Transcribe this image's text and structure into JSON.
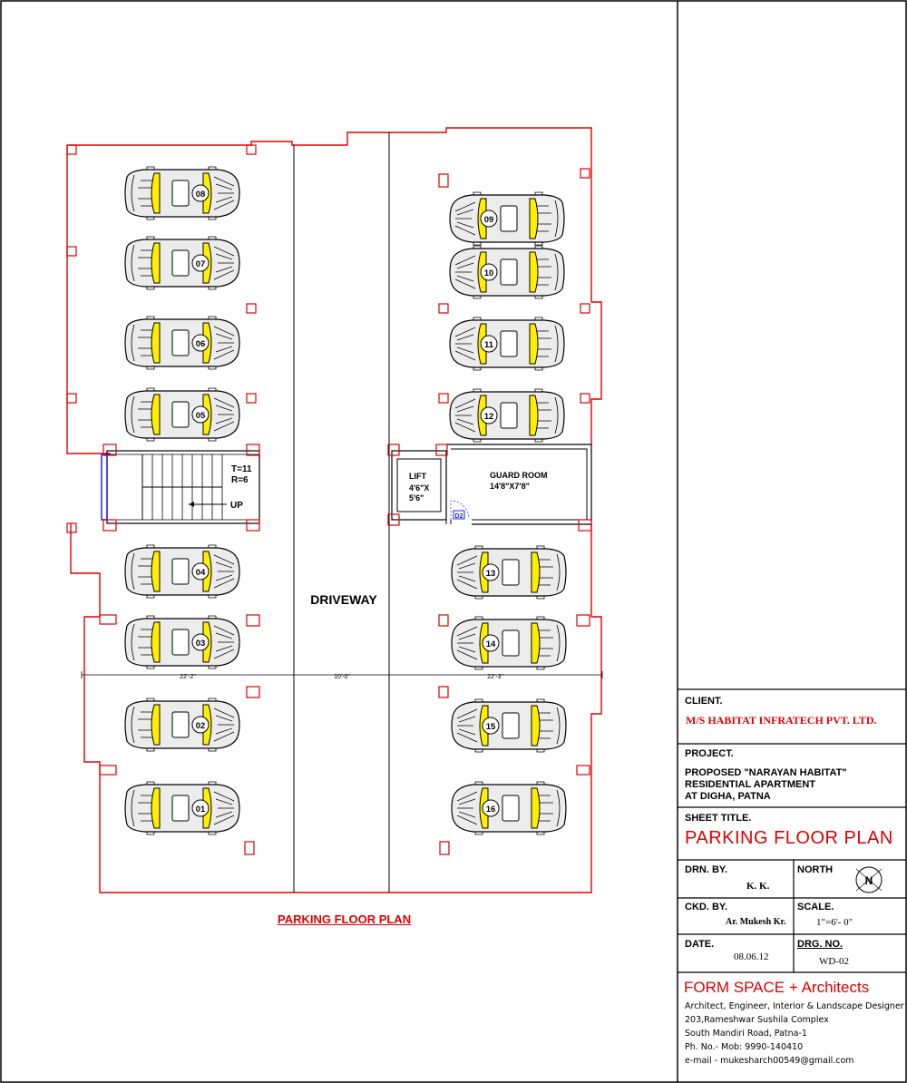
{
  "drawing": {
    "driveway_label": "DRIVEWAY",
    "stair": {
      "tread_note": "T=11",
      "riser_note": "R=6",
      "up_label": "UP"
    },
    "lift": {
      "label": "LIFT",
      "size_line1": "4'6\"X",
      "size_line2": "5'6\""
    },
    "guard_room": {
      "label": "GUARD ROOM",
      "size": "14'8\"X7'8\""
    },
    "door_tag": "D2",
    "dimensions": [
      "22'-2\"",
      "10'-0\"",
      "22'-3\""
    ],
    "plan_title": "PARKING FLOOR PLAN",
    "parking_slots": [
      "01",
      "02",
      "03",
      "04",
      "05",
      "06",
      "07",
      "08",
      "09",
      "10",
      "11",
      "12",
      "13",
      "14",
      "15",
      "16"
    ]
  },
  "title_block": {
    "client_label": "CLIENT.",
    "client_name": "M/S HABITAT INFRATECH PVT. LTD.",
    "project_label": "PROJECT.",
    "project_lines": [
      "PROPOSED \"NARAYAN HABITAT\"",
      "RESIDENTIAL APARTMENT",
      "AT DIGHA, PATNA"
    ],
    "sheet_title_label": "SHEET TITLE.",
    "sheet_title": "PARKING  FLOOR PLAN",
    "drawn_by_label": "DRN. BY.",
    "drawn_by": "K. K.",
    "north_label": "NORTH",
    "north_symbol": "N",
    "checked_by_label": "CKD. BY.",
    "checked_by": "Ar. Mukesh Kr.",
    "scale_label": "SCALE.",
    "scale": "1\"=6'- 0\"",
    "date_label": "DATE.",
    "date": "08.06.12",
    "drawing_no_label": "DRG. NO.",
    "drawing_no": "WD-02",
    "firm_name": "FORM SPACE + Architects",
    "firm_lines": [
      "Architect, Engineer, Interior & Landscape Designer",
      "203,Rameshwar Sushila Complex",
      "South Mandiri Road, Patna-1",
      "Ph. No.-  Mob: 9990-140410",
      "e-mail - mukesharch00549@gmail.com"
    ]
  },
  "colors": {
    "wall": "#e00000",
    "line": "#000000",
    "car_body": "#e8e8e8",
    "car_seat": "#ffee00",
    "stair_window": "#2222ff"
  }
}
